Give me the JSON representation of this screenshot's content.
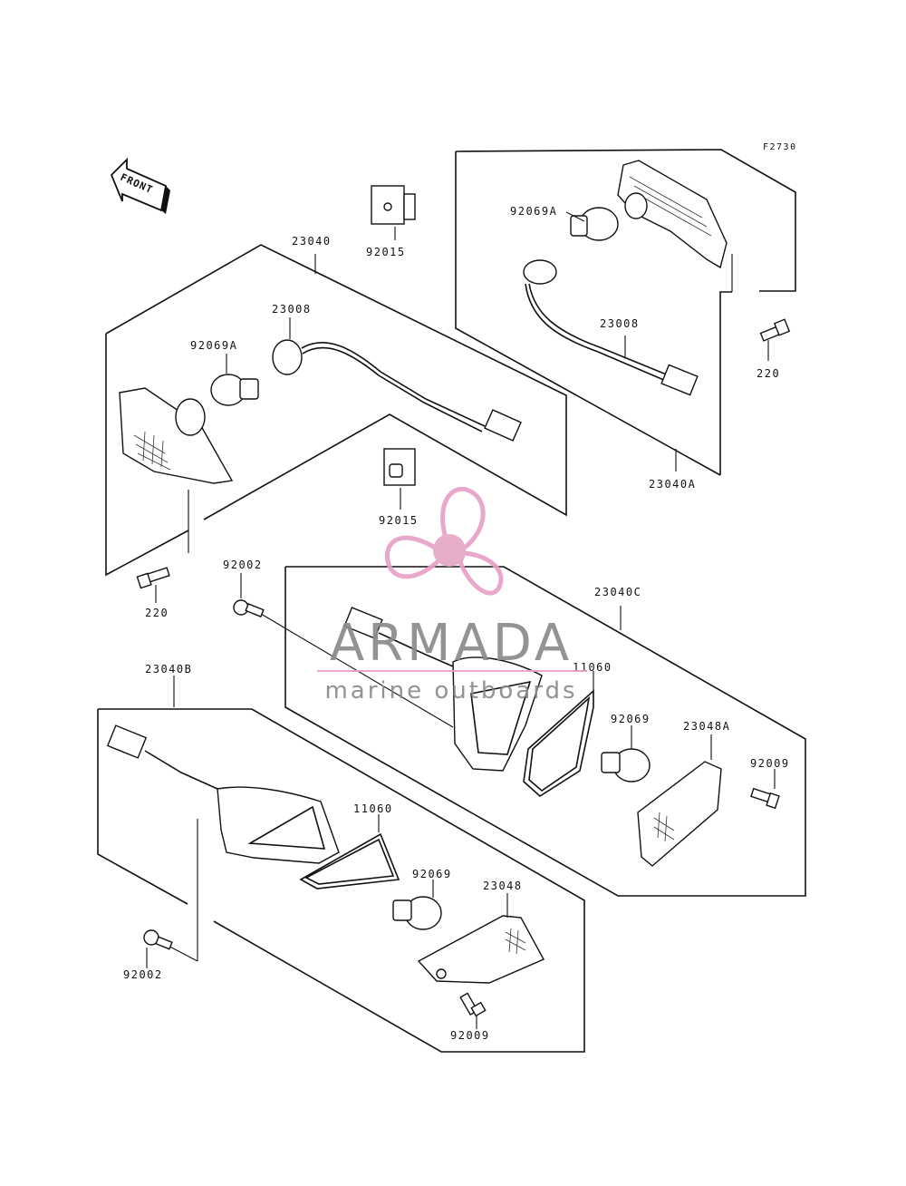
{
  "diagram": {
    "figure_code": "F2730",
    "front_label": "FRONT",
    "labels": {
      "l_92015_top": "92015",
      "l_23040": "23040",
      "l_23008_left": "23008",
      "l_92069A_left": "92069A",
      "l_92015_mid": "92015",
      "l_220_left": "220",
      "l_92069A_right": "92069A",
      "l_23008_right": "23008",
      "l_220_right": "220",
      "l_23040A": "23040A",
      "l_92002_top": "92002",
      "l_23040C": "23040C",
      "l_11060_right": "11060",
      "l_92069_right": "92069",
      "l_23048A": "23048A",
      "l_92009_right": "92009",
      "l_23040B": "23040B",
      "l_11060_left": "11060",
      "l_92069_left": "92069",
      "l_23048": "23048",
      "l_92002_bottom": "92002",
      "l_92009_bottom": "92009"
    }
  },
  "watermark": {
    "brand": "ARMADA",
    "tagline": "marine outboards",
    "colors": {
      "propeller": "#e8a0c8",
      "hub": "#e4a8c6",
      "text": "#8a8a8a",
      "rule": "#e8a0c8"
    }
  }
}
